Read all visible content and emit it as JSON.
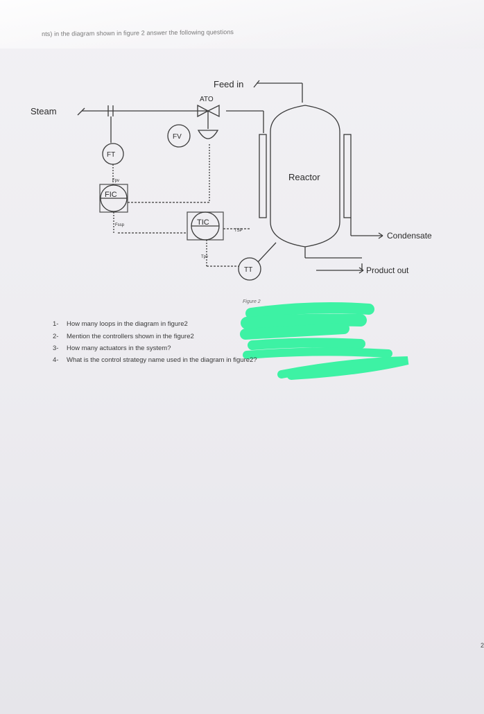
{
  "header": {
    "text": "nts) in the diagram shown in figure 2 answer the following questions"
  },
  "diagram": {
    "labels": {
      "steam": "Steam",
      "feed_in": "Feed in",
      "ato": "ATO",
      "fv": "FV",
      "ft": "FT",
      "fic": "FIC",
      "tic": "TIC",
      "tt": "TT",
      "reactor": "Reactor",
      "condensate": "Condensate",
      "product_out": "Product out",
      "fic_pv": "Fpv",
      "fic_sp": "Fssp",
      "tic_pv": "Tpv",
      "tic_sp": "TSP"
    },
    "caption": "Figure 2",
    "redaction_color": "#3df2a4"
  },
  "questions": [
    {
      "num": "1-",
      "text": "How many loops in the diagram in figure2"
    },
    {
      "num": "2-",
      "text": "Mention the controllers shown in the figure2"
    },
    {
      "num": "3-",
      "text": "How many actuators in the system?"
    },
    {
      "num": "4-",
      "text": "What is the control strategy name used in the diagram in figure2?"
    }
  ],
  "page_marker": "2"
}
